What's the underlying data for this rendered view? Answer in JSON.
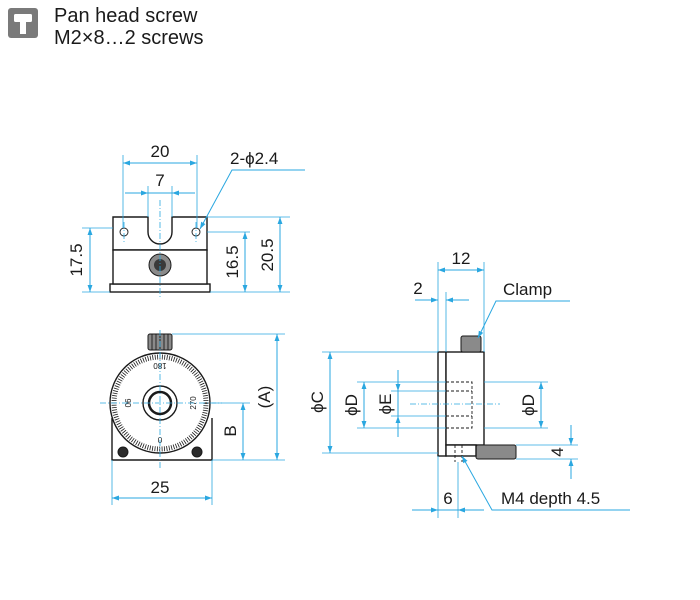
{
  "legend": {
    "icon": "pan-head-screw-icon",
    "line1": "Pan head screw",
    "line2": "M2×8…2 screws"
  },
  "dimensions": {
    "width_20": "20",
    "slot_7": "7",
    "holes": "2-ϕ2.4",
    "height_17_5": "17.5",
    "height_16_5": "16.5",
    "height_20_5": "20.5",
    "width_25": "25",
    "dim_B": "B",
    "dim_A": "(A)",
    "depth_12": "12",
    "dim_2": "2",
    "dia_C": "ϕC",
    "dia_D": "ϕD",
    "dia_E": "ϕE",
    "dia_D_right": "ϕD",
    "dim_4": "4",
    "dim_6": "6"
  },
  "callouts": {
    "clamp": "Clamp",
    "tap": "M4 depth 4.5"
  },
  "dial": {
    "mark_180": "180",
    "mark_90": "90",
    "mark_270": "270",
    "mark_0": "0"
  },
  "colors": {
    "dimension_line": "#2aa7e0",
    "part_outline": "#1a1a1a",
    "icon_fill": "#7a7a7a"
  }
}
